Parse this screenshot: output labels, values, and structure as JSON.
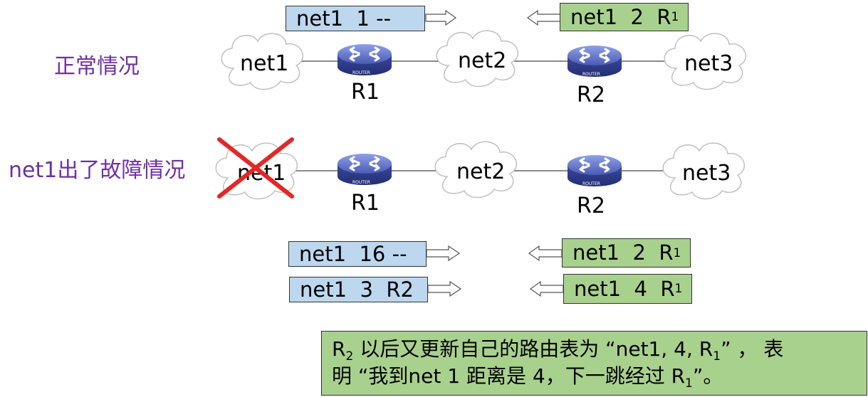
{
  "scenario_normal": "正常情况",
  "scenario_failure": "net1出了故障情况",
  "networks": [
    "net1",
    "net2",
    "net3"
  ],
  "routers": [
    "R1",
    "R2"
  ],
  "router_badge": "ROUTER",
  "normal_updates": {
    "r1_to_r2": {
      "dest": "net1",
      "dist": "1",
      "next": "--"
    },
    "r2_to_r1": {
      "dest": "net1",
      "dist": "2",
      "next": "R",
      "next_sub": "1"
    }
  },
  "failure_updates": {
    "r1_to_r2_first": {
      "dest": "net1",
      "dist": "16",
      "next": "--"
    },
    "r2_to_r1_first": {
      "dest": "net1",
      "dist": "2",
      "next": "R",
      "next_sub": "1"
    },
    "r1_to_r2_second": {
      "dest": "net1",
      "dist": "3",
      "next": "R2"
    },
    "r2_to_r1_second": {
      "dest": "net1",
      "dist": "4",
      "next": "R",
      "next_sub": "1"
    }
  },
  "note": {
    "line1_r": "R",
    "line1_r_sub": "2",
    "line1_text": " 以后又更新自己的路由表为 “net1, 4, R",
    "line1_sub": "1",
    "line1_end": "” ， 表",
    "line2_text": "明 “我到net 1 距离是 4，下一跳经过 R",
    "line2_sub": "1",
    "line2_end": "”。"
  },
  "colors": {
    "blue_box": "#bdd7ee",
    "green_box": "#a9d18e",
    "scenario_text": "#7030a0",
    "failure_cross": "#e32626",
    "router_body": "#4a5bb5"
  }
}
